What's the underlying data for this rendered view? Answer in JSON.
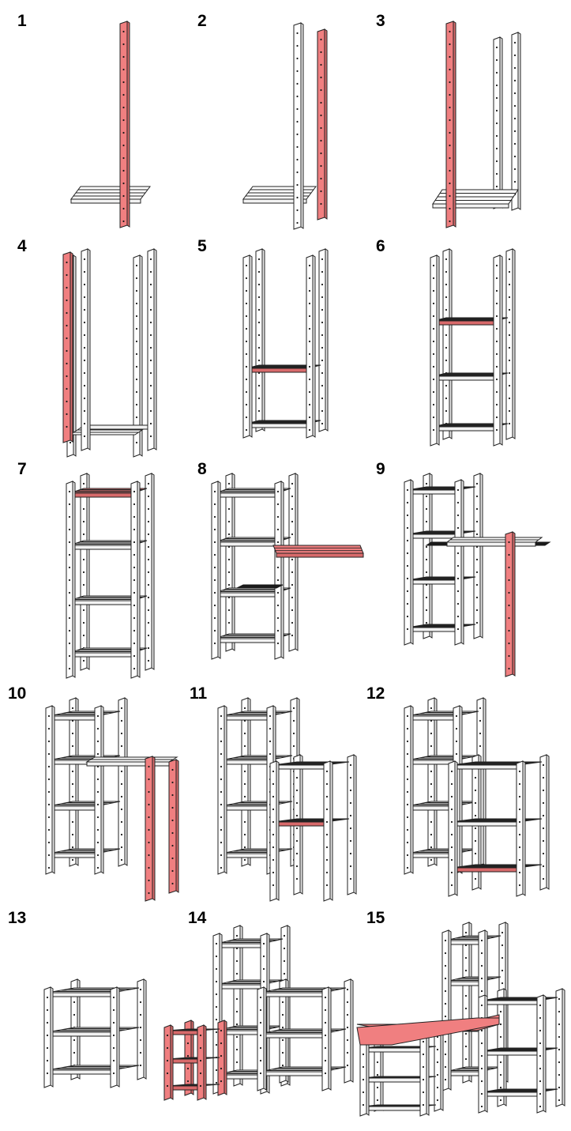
{
  "colors": {
    "highlight": "#f07f80",
    "part": "#ffffff",
    "outline": "#222222",
    "dark": "#1a1a1a"
  },
  "steps": [
    {
      "label": "1",
      "desc": "first leg added to base shelf"
    },
    {
      "label": "2",
      "desc": "second front leg added"
    },
    {
      "label": "3",
      "desc": "rear leg added"
    },
    {
      "label": "4",
      "desc": "fourth leg added"
    },
    {
      "label": "5",
      "desc": "second shelf added"
    },
    {
      "label": "6",
      "desc": "third shelf added"
    },
    {
      "label": "7",
      "desc": "top shelf added"
    },
    {
      "label": "8",
      "desc": "extension beam added"
    },
    {
      "label": "9",
      "desc": "extension leg added"
    },
    {
      "label": "10",
      "desc": "second extension leg added"
    },
    {
      "label": "11",
      "desc": "extension middle shelf added"
    },
    {
      "label": "12",
      "desc": "extension bottom shelf added"
    },
    {
      "label": "13",
      "desc": "first unit"
    },
    {
      "label": "14",
      "desc": "small unit added"
    },
    {
      "label": "15",
      "desc": "desk top added"
    }
  ]
}
